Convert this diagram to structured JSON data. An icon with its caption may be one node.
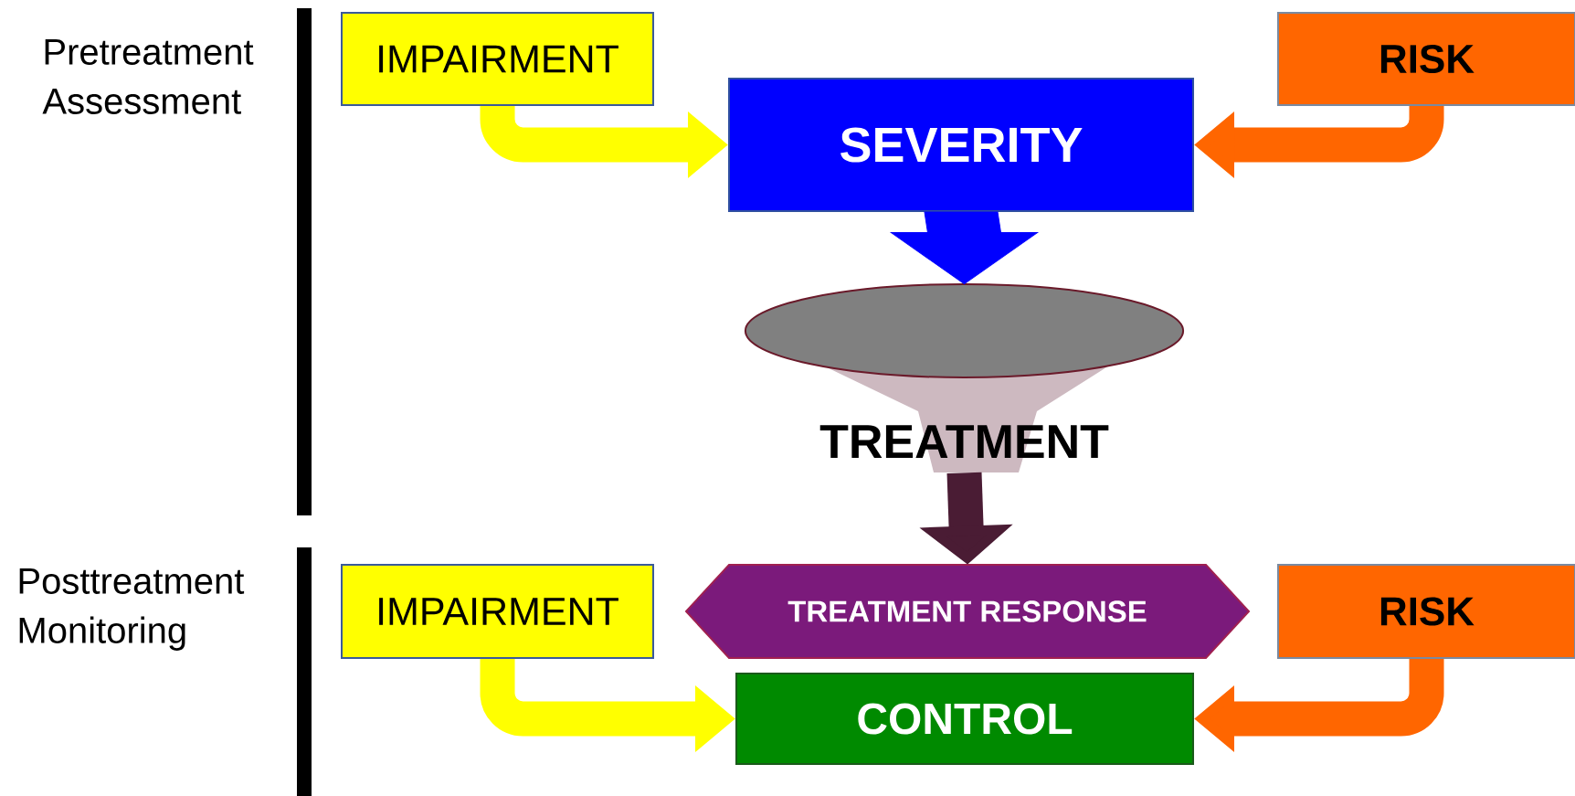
{
  "diagram": {
    "nodes": [
      {
        "text": [
          "IMPAIRMENT"
        ]
      },
      {
        "text": [
          "RISK"
        ]
      },
      {
        "text": [
          "SEVERITY"
        ]
      },
      {
        "text": [
          "TREATMENT"
        ]
      },
      {
        "text": [
          "TREATMENT RESPONSE"
        ]
      },
      {
        "text": [
          "IMPAIRMENT"
        ]
      },
      {
        "text": [
          "RISK"
        ]
      },
      {
        "text": [
          "CONTROL"
        ]
      },
      {
        "text": [],
        "shape": "bar"
      },
      {
        "text": [],
        "shape": "bar"
      }
    ],
    "edges": [
      {
        "from": 0,
        "to": 2,
        "arrow": "to",
        "color": "#ffff00"
      },
      {
        "from": 1,
        "to": 2,
        "arrow": "to",
        "color": "#ff6600"
      },
      {
        "from": 2,
        "to": 3,
        "arrow": "to",
        "style": "thick",
        "color": "#0000ff"
      },
      {
        "from": 3,
        "to": 4,
        "arrow": "to",
        "color": "#4a1c34"
      },
      {
        "from": 5,
        "to": 7,
        "arrow": "to",
        "color": "#ffff00"
      },
      {
        "from": 6,
        "to": 7,
        "arrow": "to",
        "color": "#ff6600"
      }
    ],
    "labels": [
      "Pretreatment Assessment",
      "Posttreatment Monitoring"
    ]
  }
}
